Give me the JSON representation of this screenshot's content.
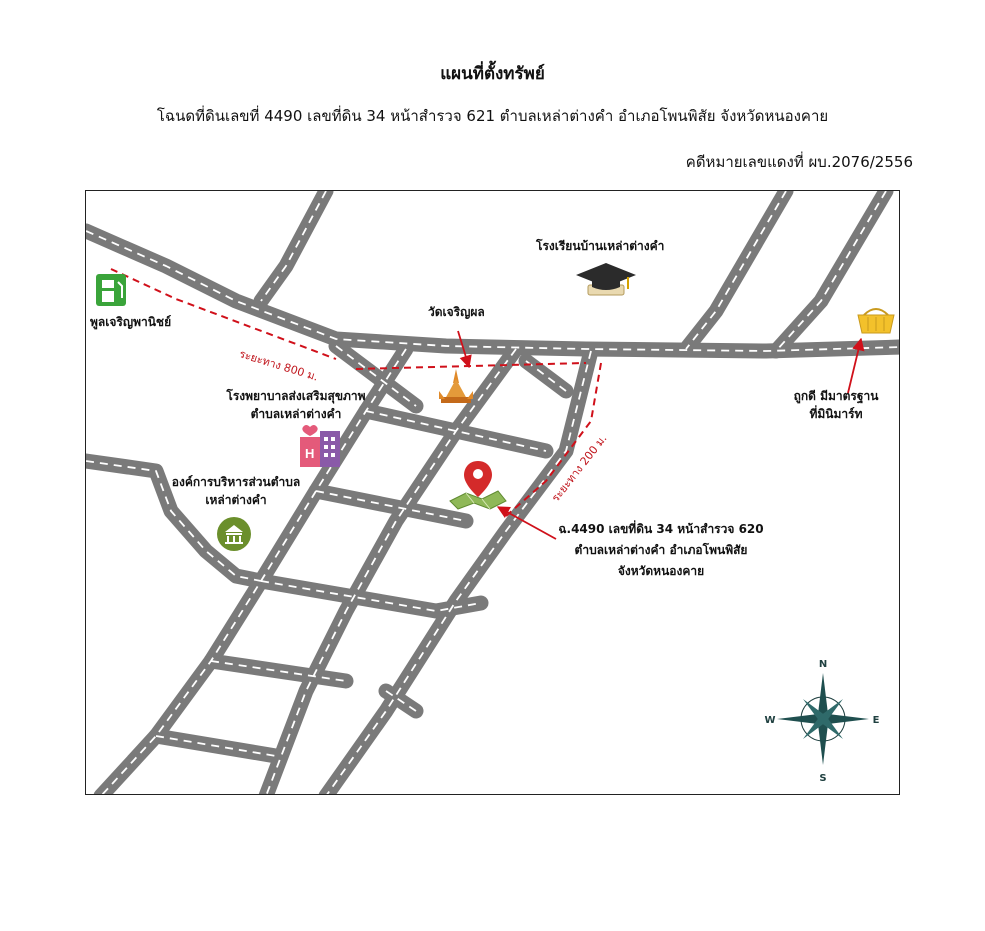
{
  "header": {
    "title": "แผนที่ตั้งทรัพย์",
    "subtitle": "โฉนดที่ดินเลขที่ 4490 เลขที่ดิน 34 หน้าสำรวจ 621 ตำบลเหล่าต่างคำ อำเภอโพนพิสัย จังหวัดหนองคาย",
    "case_number": "คดีหมายเลขแดงที่ ผบ.2076/2556"
  },
  "landmarks": {
    "gas_station": "พูลเจริญพานิชย์",
    "school": "โรงเรียนบ้านเหล่าต่างคำ",
    "temple": "วัดเจริญผล",
    "store_line1": "ถูกดี มีมาตรฐาน",
    "store_line2": "ที่มินิมาร์ท",
    "hospital_line1": "โรงพยาบาลส่งเสริมสุขภาพ",
    "hospital_line2": "ตำบลเหล่าต่างคำ",
    "tao_line1": "องค์การบริหารส่วนตำบล",
    "tao_line2": "เหล่าต่างคำ"
  },
  "property": {
    "line1": "ฉ.4490 เลขที่ดิน 34 หน้าสำรวจ 620",
    "line2": "ตำบลเหล่าต่างคำ อำเภอโพนพิสัย",
    "line3": "จังหวัดหนองคาย"
  },
  "distances": {
    "west": "ระยะทาง 800 ม.",
    "east": "ระยะทาง 200 ม."
  },
  "compass": {
    "n": "N",
    "s": "S",
    "e": "E",
    "w": "W"
  },
  "colors": {
    "road": "#7a7a7a",
    "route": "#d0101a",
    "pin": "#d42a2a",
    "leaf": "#6b8f2c"
  }
}
